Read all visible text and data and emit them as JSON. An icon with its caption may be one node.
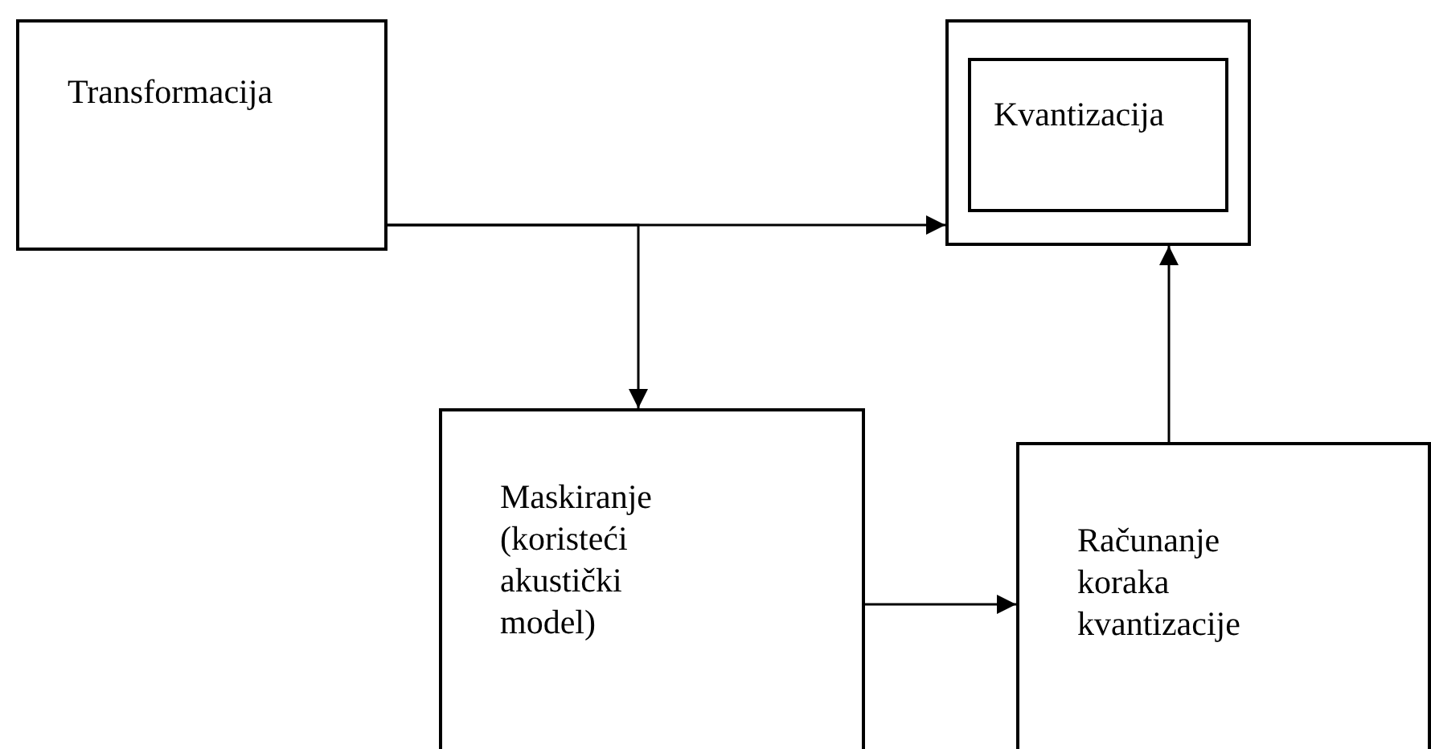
{
  "diagram": {
    "nodes": [
      {
        "text": [
          "Transformacija"
        ]
      },
      {
        "text": [],
        "shape": "box"
      },
      {
        "text": [
          "Kvantizacija"
        ],
        "in": 1
      },
      {
        "text": [
          "Maskiranje (koristeći akustički model)"
        ]
      },
      {
        "text": [
          "Računanje koraka kvantizacije"
        ]
      }
    ],
    "edges": [
      {
        "from": 0,
        "to": 1,
        "arrow": "to"
      },
      {
        "from": 0,
        "to": 3,
        "arrow": "to"
      },
      {
        "from": 3,
        "to": 4,
        "arrow": "to"
      },
      {
        "from": 4,
        "to": 1,
        "arrow": "to"
      }
    ]
  }
}
